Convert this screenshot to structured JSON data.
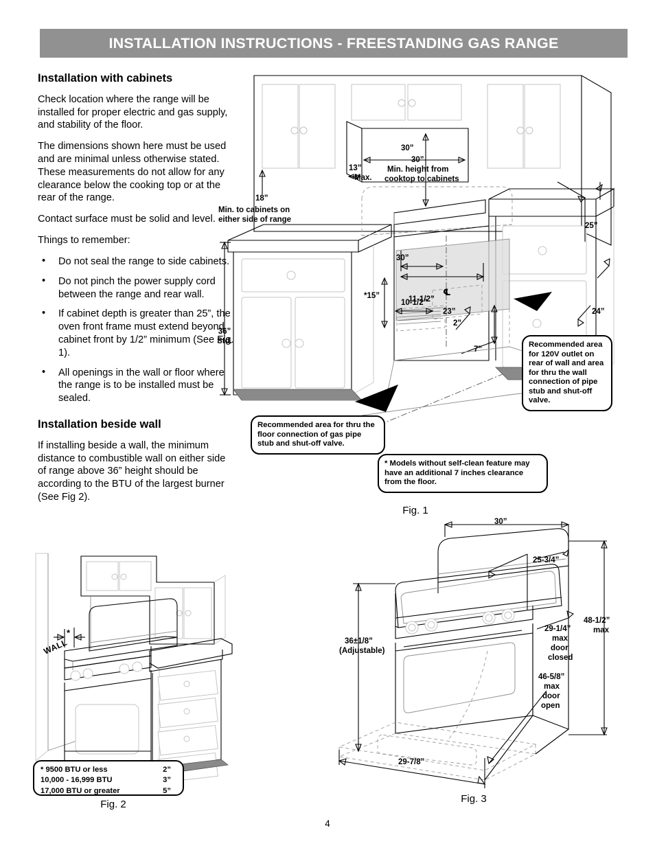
{
  "header": {
    "title": "INSTALLATION INSTRUCTIONS - FREESTANDING GAS RANGE"
  },
  "page_number": "4",
  "left_column": {
    "section1_heading": "Installation with cabinets",
    "p1": "Check location where the range will be installed for proper electric and gas supply, and stability of the floor.",
    "p2": "The dimensions shown here must be used and are minimal unless otherwise stated. These measurements do not allow for any clearance below the cooking top or at the rear of the range.",
    "p3": "Contact surface must be solid and level.",
    "p4": "Things to remember:",
    "bullets": [
      "Do not seal the range to side cabinets.",
      "Do not pinch the power supply cord between the range and rear wall.",
      "If cabinet depth is greater than 25”, the oven front frame must extend beyond cabinet front by 1/2” minimum (See Fig. 1).",
      "All openings in the wall or floor where the range is to be installed must be sealed."
    ],
    "section2_heading": "Installation beside wall",
    "p5": "If installing beside a wall, the minimum distance to combustible wall on either side of range above 36” height should be according to the BTU of the largest burner (See Fig 2)."
  },
  "fig1": {
    "label": "Fig. 1",
    "dims": {
      "d18": "18”",
      "d18_note_l1": "Min. to cabinets on",
      "d18_note_l2": "either side of range",
      "d13": "13”",
      "d13_max": "Max.",
      "d30_top": "30”",
      "d30_height": "30”",
      "d30_height_note_l1": "Min. height from",
      "d30_height_note_l2": "cooktop to cabinets",
      "d25": "25”",
      "d24": "24”",
      "d30_counter": "30”",
      "d36_l1": "36”",
      "d36_l2": "Std.",
      "d11_5": "11-1/2”",
      "d23": "23”",
      "centerline": "℄",
      "d15": "*15”",
      "d10_5": "10-1/2”",
      "d2": "2”",
      "d7": "7”"
    },
    "callout_outlet": "Recommended area for 120V outlet on rear of wall and area for thru the wall connection of pipe stub and shut-off valve.",
    "callout_floor": "Recommended area for thru the floor connection of gas pipe stub and shut-off valve.",
    "callout_selfclean": "* Models without self-clean feature may have an additional  7 inches clearance from the floor."
  },
  "fig2": {
    "label": "Fig. 2",
    "wall_label": "WALL",
    "asterisk": "*",
    "btu_table": {
      "rows": [
        {
          "label": "* 9500 BTU or less",
          "value": "2”"
        },
        {
          "label": "10,000 - 16,999 BTU",
          "value": "3”"
        },
        {
          "label": "17,000 BTU or greater",
          "value": "5”"
        }
      ]
    }
  },
  "fig3": {
    "label": "Fig. 3",
    "dims": {
      "d30": "30”",
      "d25_75": "25-3/4”",
      "d48_5_l1": "48-1/2”",
      "d48_5_l2": "max",
      "d36_l1": "36±1/8”",
      "d36_l2": "(Adjustable)",
      "d29_25_l1": "29-1/4”",
      "d29_25_l2": "max",
      "d29_25_l3": "door",
      "d29_25_l4": "closed",
      "d46_625_l1": "46-5/8”",
      "d46_625_l2": "max",
      "d46_625_l3": "door",
      "d46_625_l4": "open",
      "d29_875": "29-7/8”"
    }
  },
  "colors": {
    "header_bg": "#919191",
    "header_text": "#ffffff",
    "ink": "#000000"
  }
}
